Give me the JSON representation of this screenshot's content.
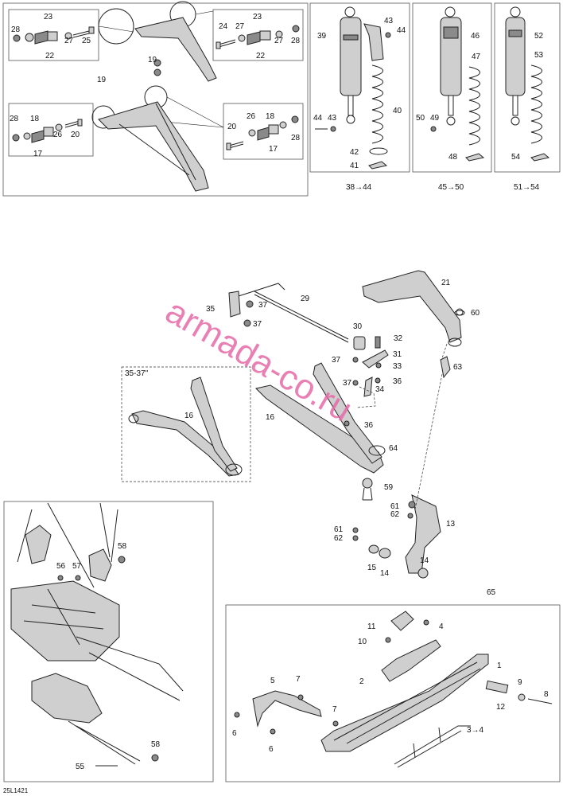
{
  "diagram_id": "25L1421",
  "watermark": "armada-co.ru",
  "sets": {
    "set1": "38→44",
    "set2": "45→50",
    "set3": "51→54",
    "ski_runner": "3→4",
    "inset": "35-37\""
  },
  "callouts": {
    "c1": "1",
    "c2": "2",
    "c4": "4",
    "c5": "5",
    "c6a": "6",
    "c6b": "6",
    "c7a": "7",
    "c7b": "7",
    "c8": "8",
    "c9": "9",
    "c10": "10",
    "c11": "11",
    "c12": "12",
    "c13": "13",
    "c14a": "14",
    "c14b": "14",
    "c15": "15",
    "c16a": "16",
    "c16b": "16",
    "c17a": "17",
    "c17b": "17",
    "c18a": "18",
    "c18b": "18",
    "c19a": "19",
    "c19b": "19",
    "c20a": "20",
    "c20b": "20",
    "c21": "21",
    "c22a": "22",
    "c22b": "22",
    "c23a": "23",
    "c23b": "23",
    "c24": "24",
    "c25": "25",
    "c26a": "26",
    "c26b": "26",
    "c27a": "27",
    "c27b": "27",
    "c28a": "28",
    "c28b": "28",
    "c28c": "28",
    "c28d": "28",
    "c29": "29",
    "c30": "30",
    "c31": "31",
    "c32": "32",
    "c33": "33",
    "c34": "34",
    "c35": "35",
    "c36a": "36",
    "c36b": "36",
    "c37a": "37",
    "c37b": "37",
    "c37c": "37",
    "c37d": "37",
    "c39": "39",
    "c40": "40",
    "c41": "41",
    "c42": "42",
    "c43a": "43",
    "c43b": "43",
    "c44a": "44",
    "c44b": "44",
    "c46": "46",
    "c47": "47",
    "c48": "48",
    "c49": "49",
    "c50": "50",
    "c52": "52",
    "c53": "53",
    "c54": "54",
    "c55": "55",
    "c56": "56",
    "c57": "57",
    "c58a": "58",
    "c58b": "58",
    "c59": "59",
    "c60": "60",
    "c61a": "61",
    "c61b": "61",
    "c62a": "62",
    "c62b": "62",
    "c63": "63",
    "c64": "64",
    "c65": "65"
  }
}
